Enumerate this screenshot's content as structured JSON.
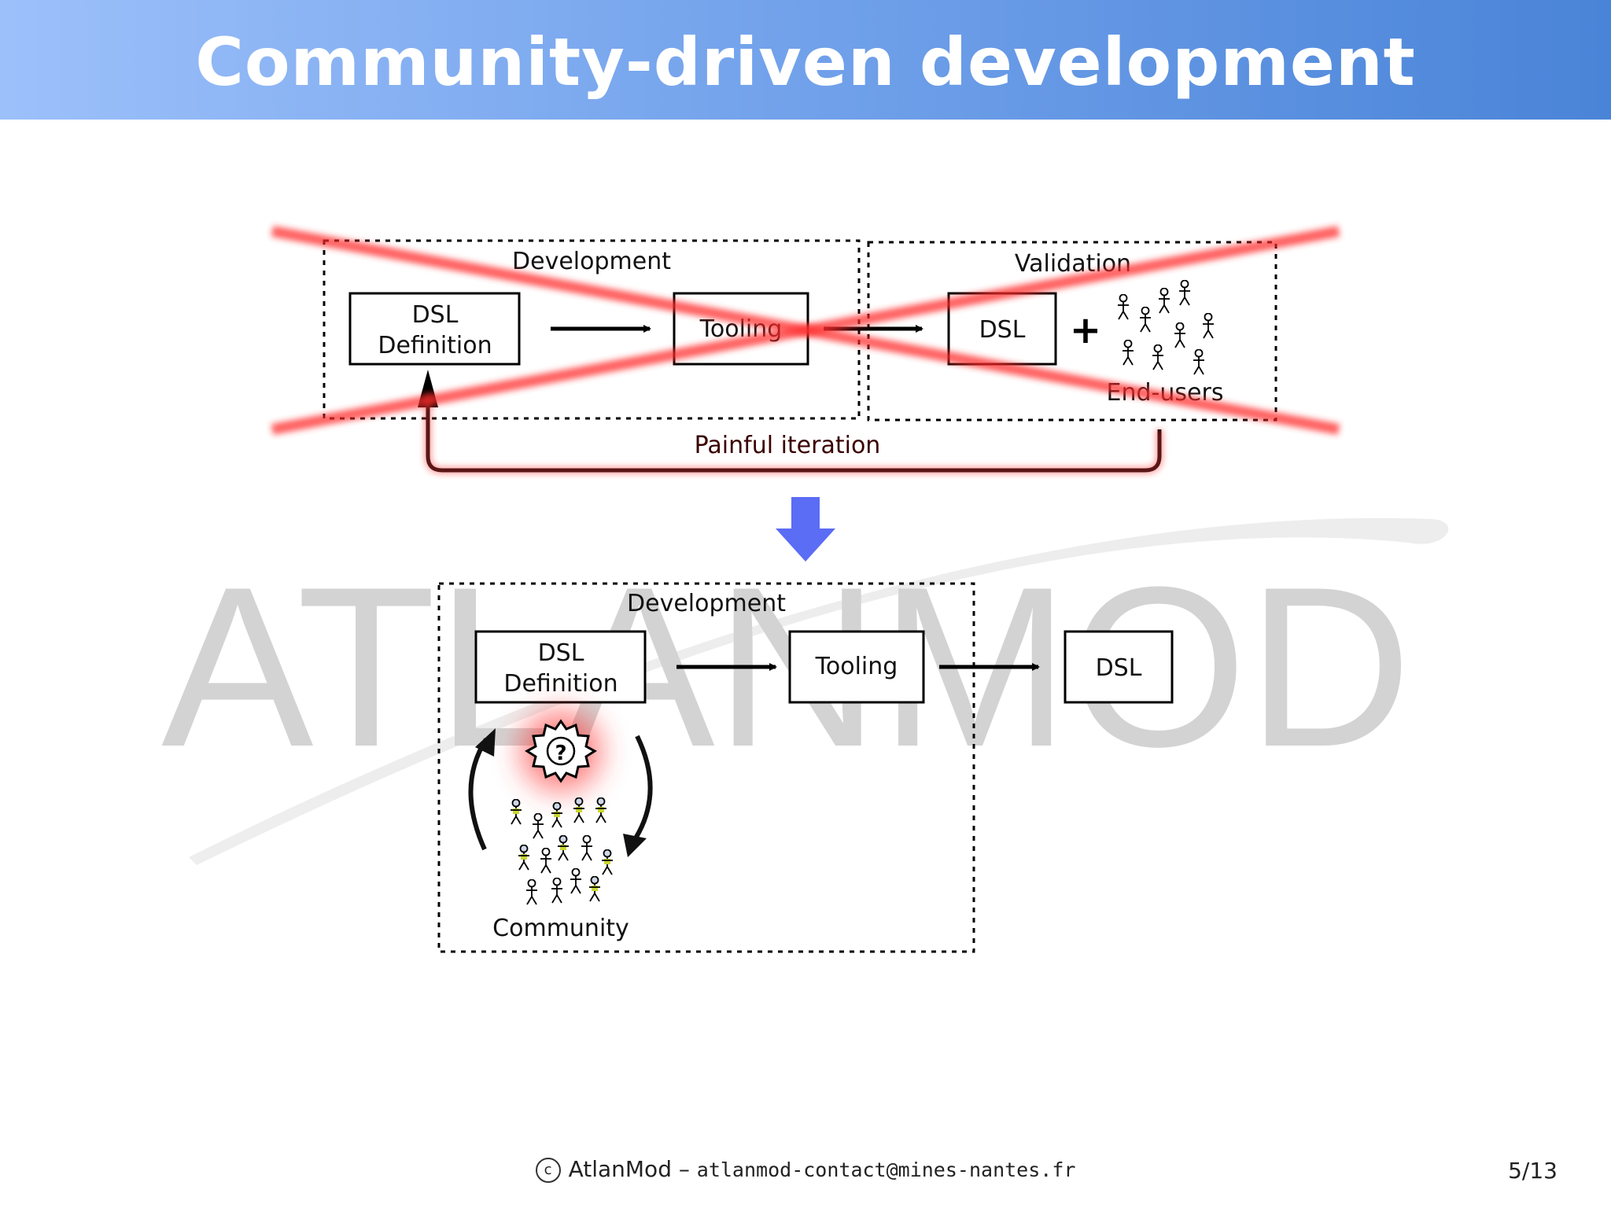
{
  "slide": {
    "title": "Community-driven development"
  },
  "watermark": {
    "text": "ATLANMOD"
  },
  "top_diagram": {
    "development_label": "Development",
    "dsl_definition_line1": "DSL",
    "dsl_definition_line2": "Definition",
    "tooling_label": "Tooling",
    "validation_label": "Validation",
    "dsl_label": "DSL",
    "plus_symbol": "+",
    "end_users_label": "End-users",
    "painful_iteration_label": "Painful iteration"
  },
  "bottom_diagram": {
    "development_label": "Development",
    "dsl_definition_line1": "DSL",
    "dsl_definition_line2": "Definition",
    "tooling_label": "Tooling",
    "dsl_label": "DSL",
    "gear_symbol": "?",
    "community_label": "Community"
  },
  "footer": {
    "copyright_symbol": "c",
    "org": "AtlanMod –",
    "email": "atlanmod-contact@mines-nantes.fr",
    "page": "5/13"
  },
  "colors": {
    "strike": "#ff2a2a",
    "down_arrow": "#5b6cf5",
    "title_bar_start": "#9cc0fa",
    "title_bar_end": "#4a84d8"
  }
}
